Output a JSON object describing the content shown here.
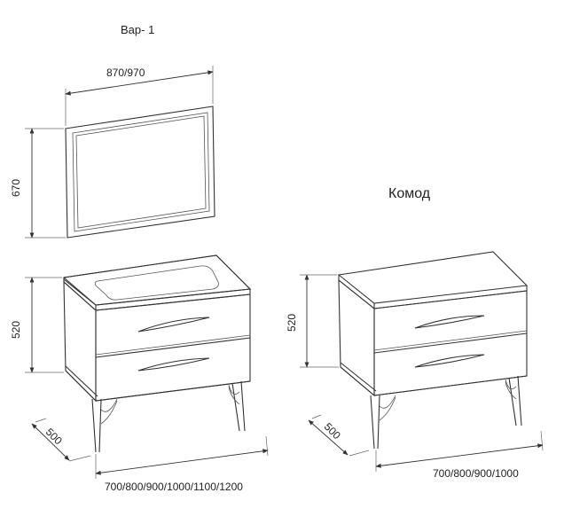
{
  "variant_label": "Вар- 1",
  "mirror": {
    "width_label": "870/970",
    "height_label": "670"
  },
  "vanity": {
    "height_label": "520",
    "depth_label": "500",
    "width_label": "700/800/900/1000/1100/1200"
  },
  "chest": {
    "title": "Комод",
    "height_label": "520",
    "depth_label": "500",
    "width_label": "700/800/900/1000"
  }
}
